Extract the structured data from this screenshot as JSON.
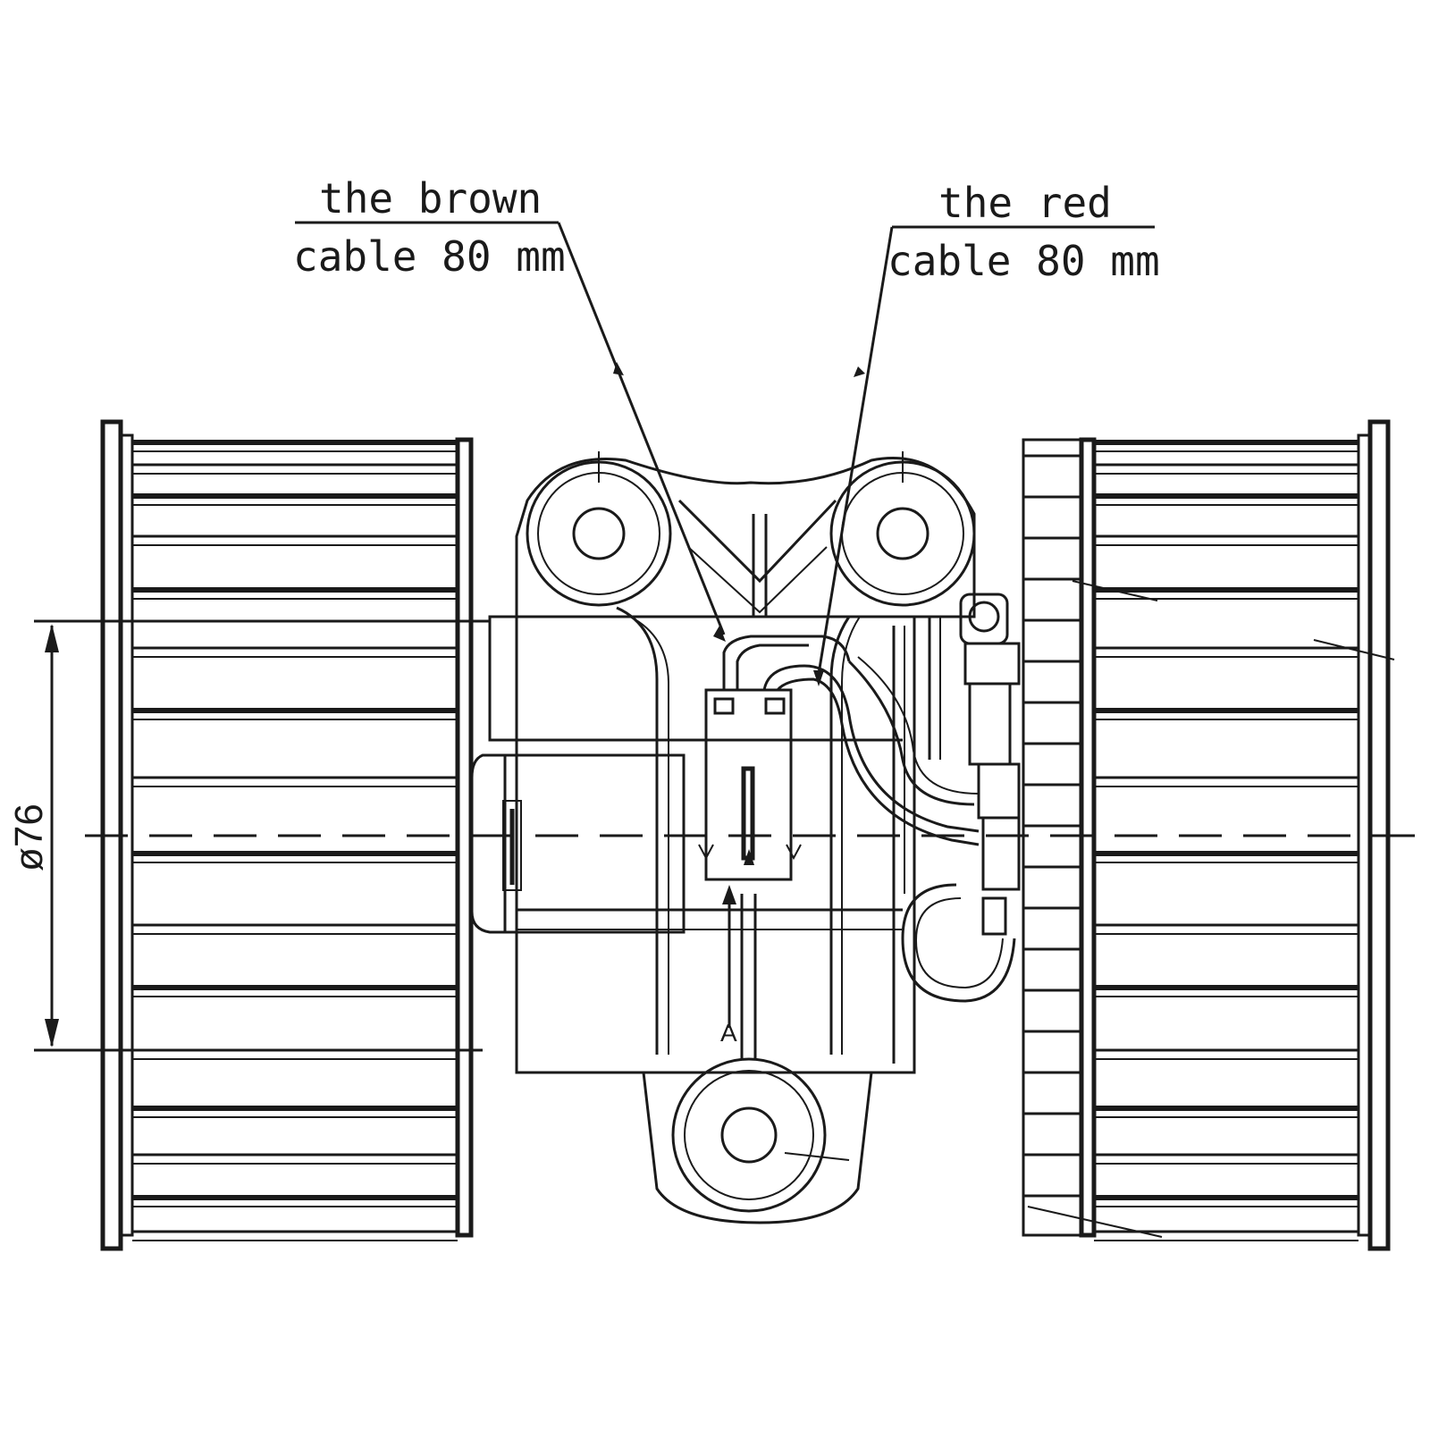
{
  "labels": {
    "brown_line1": "the brown",
    "brown_line2": "cable 80 mm",
    "red_line1": "the red",
    "red_line2": "cable 80 mm",
    "diameter": "ø76",
    "view_marker": "A"
  },
  "colors": {
    "line": "#1a1a1a",
    "background": "#ffffff"
  }
}
